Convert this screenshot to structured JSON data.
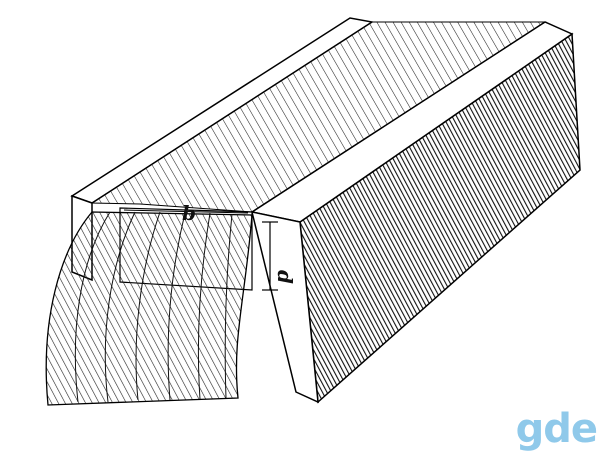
{
  "figure": {
    "label_width": "b",
    "label_depth": "d"
  },
  "watermark": {
    "text": "gde",
    "color": "#8fc9ea"
  }
}
